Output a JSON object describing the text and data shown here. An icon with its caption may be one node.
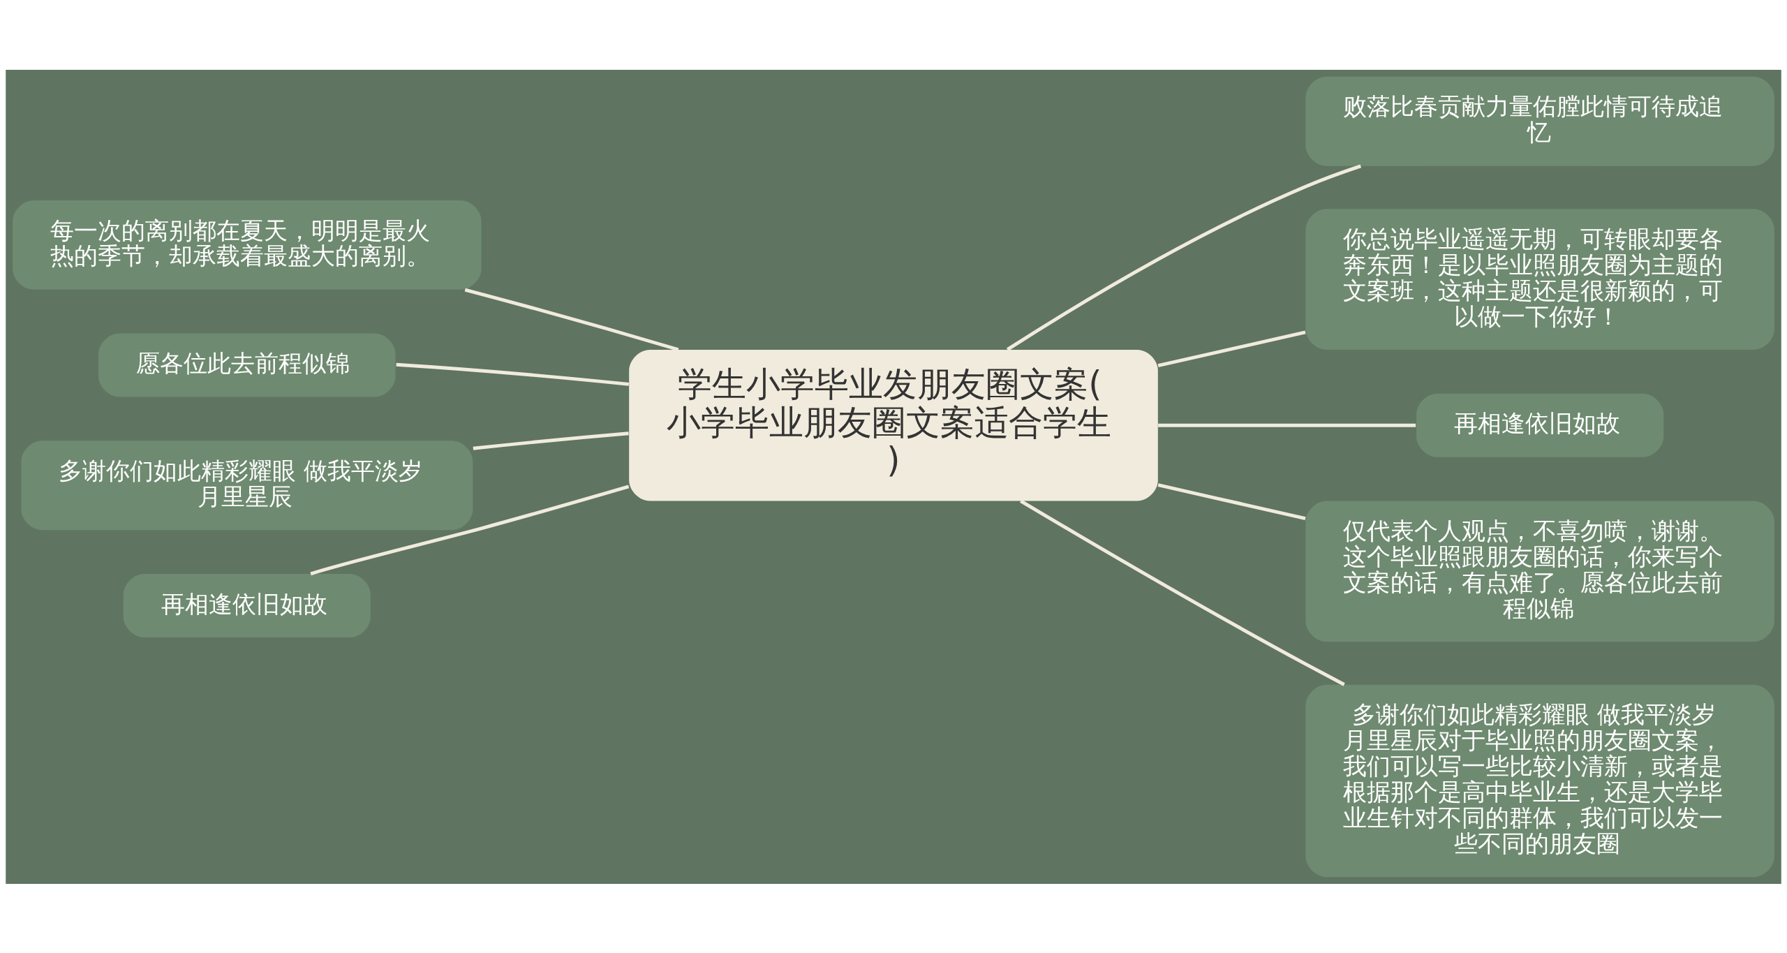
{
  "diagram": {
    "nodes": [
      {
        "text": [
          "学生小学毕业发朋友圈文案(小学毕业朋友圈文案适合学生)"
        ]
      },
      {
        "text": [
          "败落比春贡献力量佑膛此情可待成追忆"
        ]
      },
      {
        "text": [
          "你总说毕业遥遥无期，可转眼却要各奔东西！是以毕业照朋友圈为主题的文案班，这种主题还是很新颖的，可以做一下你好！"
        ]
      },
      {
        "text": [
          "再相逢依旧如故"
        ]
      },
      {
        "text": [
          "仅代表个人观点，不喜勿喷，谢谢。这个毕业照跟朋友圈的话，你来写个文案的话，有点难了。愿各位此去前程似锦"
        ]
      },
      {
        "text": [
          "多谢你们如此精彩耀眼 做我平淡岁月里星辰对于毕业照的朋友圈文案，我们可以写一些比较小清新，或者是根据那个是高中毕业生，还是大学毕业生针对不同的群体，我们可以发一些不同的朋友圈"
        ]
      },
      {
        "text": [
          "每一次的离别都在夏天，明明是最火热的季节，却承载着最盛大的离别。"
        ]
      },
      {
        "text": [
          "愿各位此去前程似锦"
        ]
      },
      {
        "text": [
          "多谢你们如此精彩耀眼 做我平淡岁月里星辰"
        ]
      },
      {
        "text": [
          "再相逢依旧如故"
        ]
      }
    ],
    "edges": [
      {
        "from": 0,
        "to": 1,
        "arrow": "none"
      },
      {
        "from": 0,
        "to": 2,
        "arrow": "none"
      },
      {
        "from": 0,
        "to": 3,
        "arrow": "none"
      },
      {
        "from": 0,
        "to": 4,
        "arrow": "none"
      },
      {
        "from": 0,
        "to": 5,
        "arrow": "none"
      },
      {
        "from": 0,
        "to": 6,
        "arrow": "none"
      },
      {
        "from": 0,
        "to": 7,
        "arrow": "none"
      },
      {
        "from": 0,
        "to": 8,
        "arrow": "none"
      },
      {
        "from": 0,
        "to": 9,
        "arrow": "none"
      }
    ]
  }
}
